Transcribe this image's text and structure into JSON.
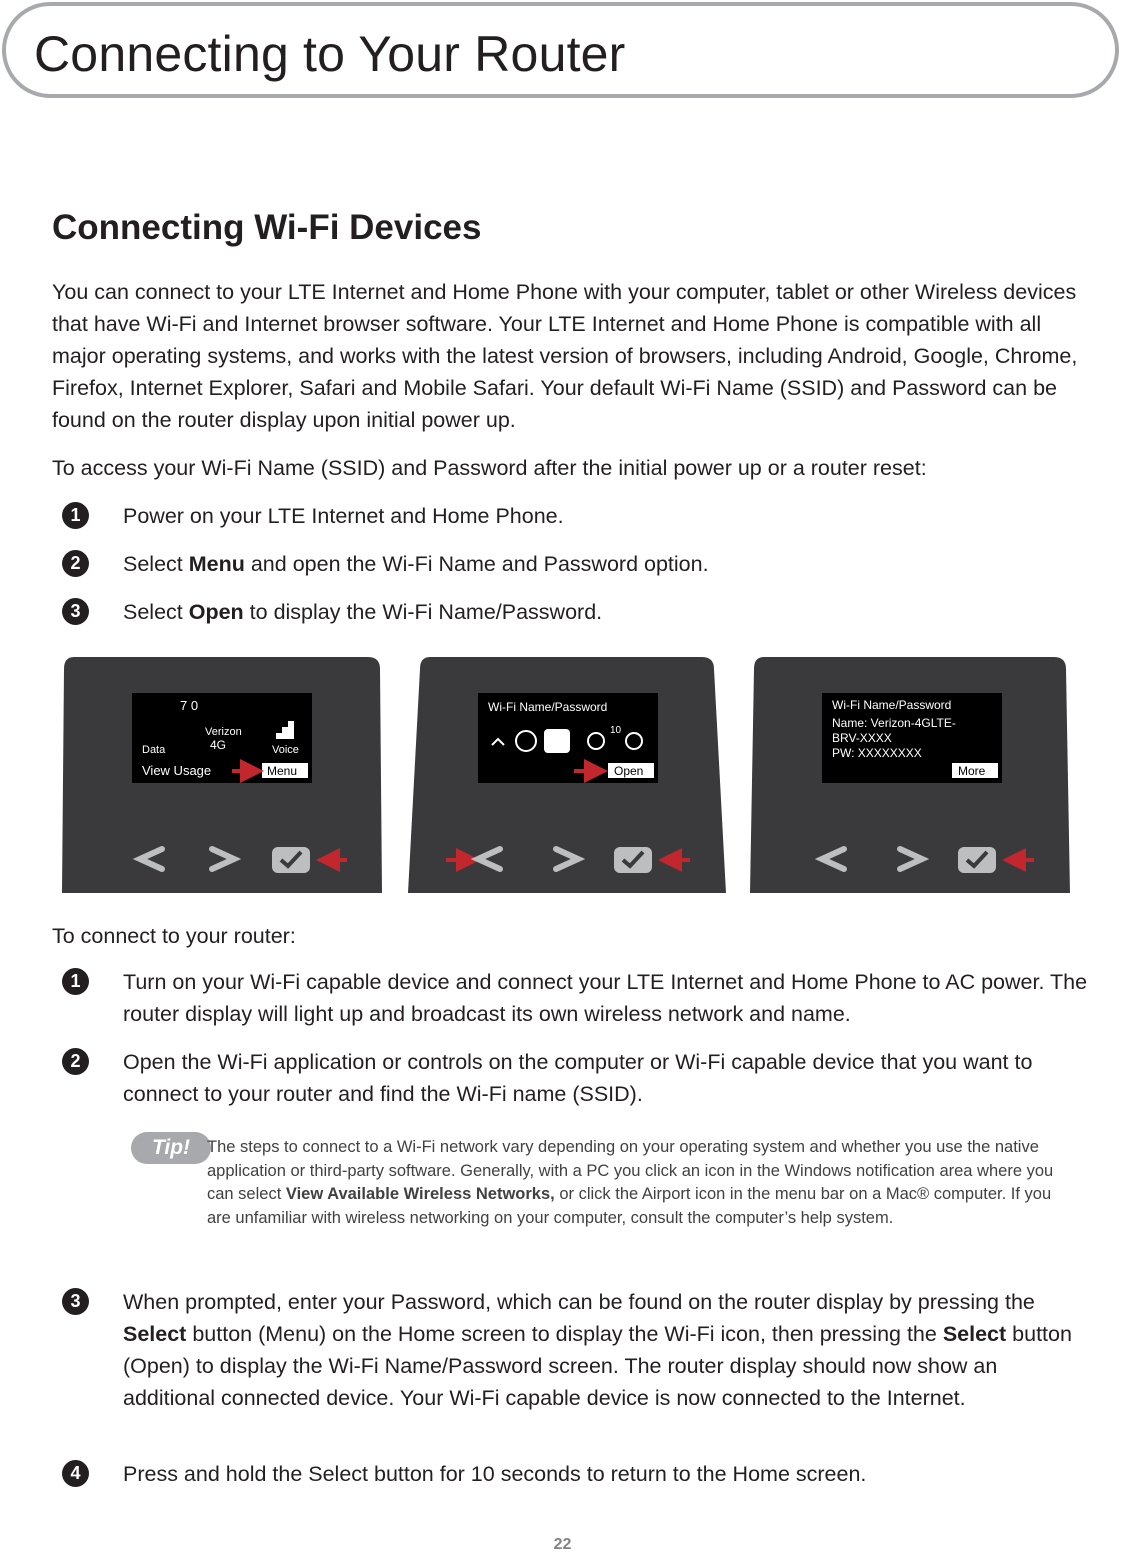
{
  "header": {
    "title": "Connecting to Your Router"
  },
  "section": {
    "title": "Connecting Wi-Fi Devices",
    "intro": "You can connect to your LTE Internet and Home Phone with your computer, tablet or other Wireless devices that have Wi-Fi and Internet browser software. Your LTE Internet and Home Phone is compatible with all major operating systems, and works with the latest version of browsers, including Android, Google, Chrome, Firefox, Internet Explorer, Safari and Mobile Safari. Your default Wi-Fi Name (SSID) and Password can be found on the router display upon initial power up.",
    "access_line": "To access your Wi-Fi Name (SSID) and Password after the initial power up or a router reset:"
  },
  "access_steps": [
    {
      "num": "1",
      "text": "Power on your LTE Internet and Home Phone."
    },
    {
      "num": "2",
      "pre": "Select ",
      "bold": "Menu",
      "post": " and open the Wi-Fi Name and Password option."
    },
    {
      "num": "3",
      "pre": "Select ",
      "bold": "Open",
      "post": " to display the Wi-Fi Name/Password."
    }
  ],
  "screens": {
    "home": {
      "status": "7  0",
      "data_label": "Data",
      "carrier": "Verizon",
      "network": "4G",
      "voice_label": "Voice",
      "view_usage": "View Usage",
      "softkey": "Menu"
    },
    "menu": {
      "title": "Wi-Fi Name/Password",
      "badge": "10",
      "softkey": "Open"
    },
    "detail": {
      "title": "Wi-Fi Name/Password",
      "line1": "Name: Verizon-4GLTE-",
      "line2": "BRV-XXXX",
      "line3": "PW: XXXXXXXX",
      "softkey": "More"
    }
  },
  "connect_line": "To connect to your router:",
  "connect_steps": [
    {
      "num": "1",
      "text": "Turn on your Wi-Fi capable device and connect your LTE Internet and Home Phone to AC power. The router display will light up and broadcast its own wireless network and name."
    },
    {
      "num": "2",
      "text": "Open the Wi-Fi application or controls on the computer or Wi-Fi capable device that you want to connect to your router and find the Wi-Fi name (SSID)."
    },
    {
      "num": "3",
      "pre": "When prompted, enter your Password, which can be found on the router display by pressing the ",
      "bold1": "Select",
      "mid": " button (Menu) on the Home screen to display the Wi-Fi icon, then pressing the ",
      "bold2": "Select",
      "post": " button (Open) to display the Wi-Fi Name/Password screen. The router display should now show an additional connected device. Your Wi-Fi capable device is now connected to the Internet."
    },
    {
      "num": "4",
      "text": "Press and hold the Select button for 10 seconds to return to the Home screen."
    }
  ],
  "tip": {
    "badge": "Tip!",
    "pre": "The steps to connect to a Wi-Fi network vary depending on your operating system and whether you use the native application or third-party software. Generally, with a PC you click an icon in the Windows notification area where you can select ",
    "bold": "View Available Wireless Networks,",
    "post": " or click the Airport icon in the menu bar on a Mac® computer. If you are unfamiliar with wireless networking on your computer, consult the computer’s help system."
  },
  "page_number": "22",
  "colors": {
    "accent_arrow": "#c1272d",
    "header_border": "#a7a9ac",
    "device_body": "#3a3a3c"
  }
}
